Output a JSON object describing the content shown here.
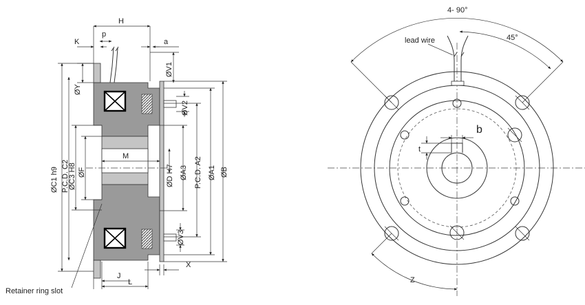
{
  "side_view": {
    "labels": {
      "H": "H",
      "p": "p",
      "K": "K",
      "a": "a",
      "V1": "ØV1",
      "Y": "ØY",
      "V2": "ØV2",
      "C1": "ØC1 h9",
      "PCD_C2": "P.C.D. C2",
      "C3": "ØC3 H8",
      "F": "ØF",
      "M": "M",
      "D": "ØD H7",
      "A3": "ØA3",
      "PCD_A2": "P.C.D. A2",
      "A1": "ØA1",
      "B": "ØB",
      "V3": "ØV3",
      "X": "X",
      "J": "J",
      "L": "L",
      "retainer": "Retainer ring slot"
    }
  },
  "front_view": {
    "labels": {
      "angle_4x90": "4- 90°",
      "angle_45": "45°",
      "lead_wire": "lead wire",
      "b": "b",
      "t": "t",
      "Z": "Z"
    }
  }
}
